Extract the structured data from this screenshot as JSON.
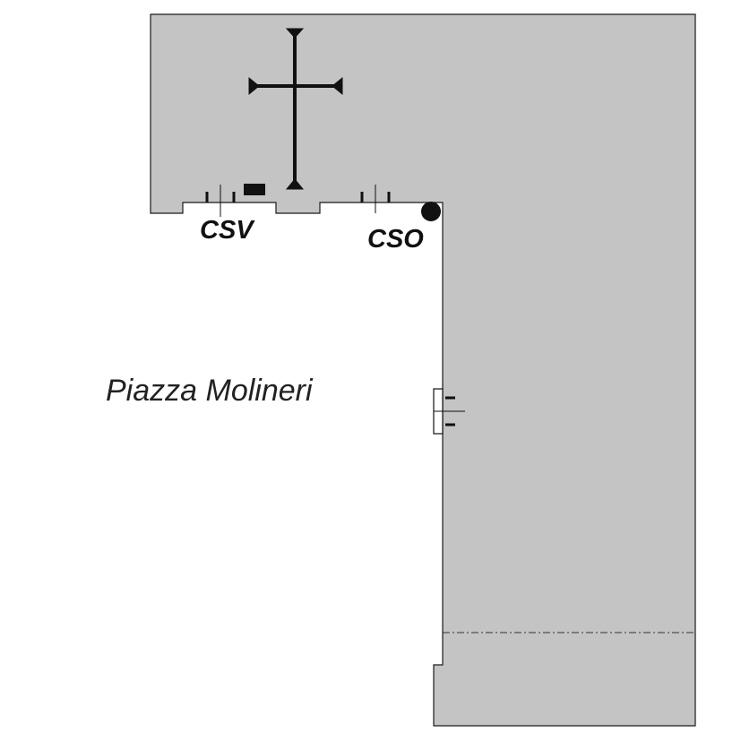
{
  "labels": {
    "csv": "CSV",
    "cso": "CSO",
    "place": "Piazza Molineri"
  },
  "colors": {
    "building_fill": "#c4c4c4",
    "outline": "#1a1a1a",
    "background": "#ffffff"
  },
  "symbols": {
    "cross": "cross-icon",
    "marker_dot": "black-dot-marker",
    "marker_rect": "black-rect-marker"
  }
}
